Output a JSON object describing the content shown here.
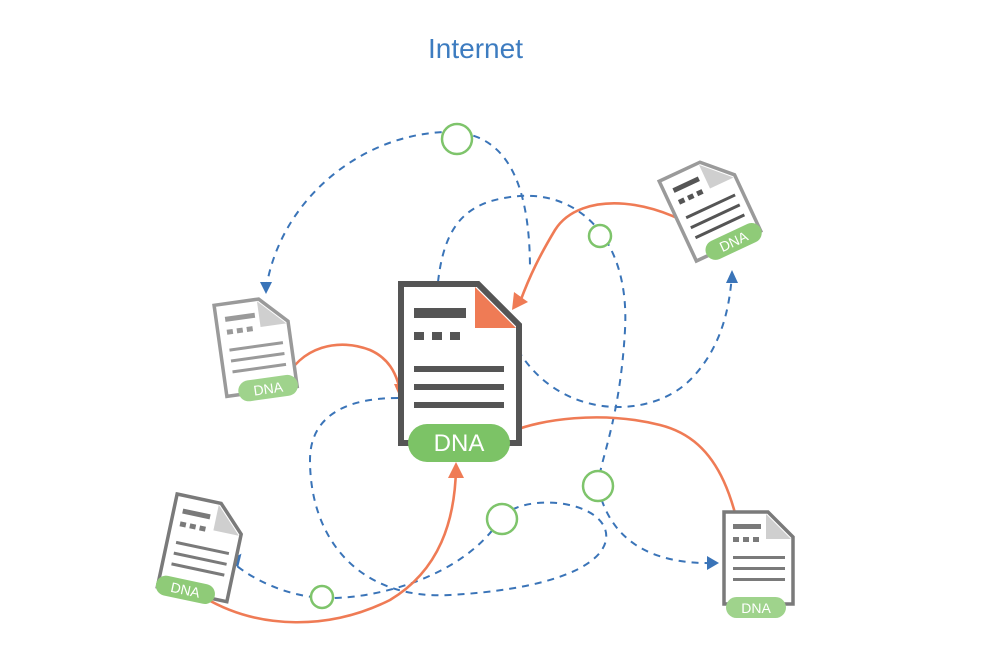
{
  "title": "Internet",
  "documents": [
    {
      "id": "center",
      "label": "DNA"
    },
    {
      "id": "left-upper",
      "label": "DNA"
    },
    {
      "id": "right-upper",
      "label": "DNA"
    },
    {
      "id": "left-lower",
      "label": "DNA"
    },
    {
      "id": "right-lower",
      "label": "DNA"
    }
  ],
  "colors": {
    "title": "#3d7cc0",
    "dashed_path": "#3a74b8",
    "solid_arrow": "#ef7b55",
    "node_circle": "#7ec46b",
    "dna_badge": "#7cc366",
    "doc_dark": "#555555",
    "doc_light": "#9a9a9a"
  }
}
